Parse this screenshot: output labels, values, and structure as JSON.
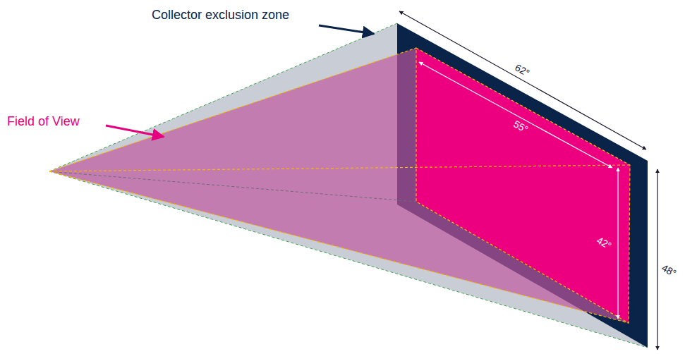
{
  "diagram": {
    "labels": [
      "Collector exclusion zone",
      "Field of View",
      "62°",
      "55°",
      "42°",
      "48°"
    ]
  }
}
